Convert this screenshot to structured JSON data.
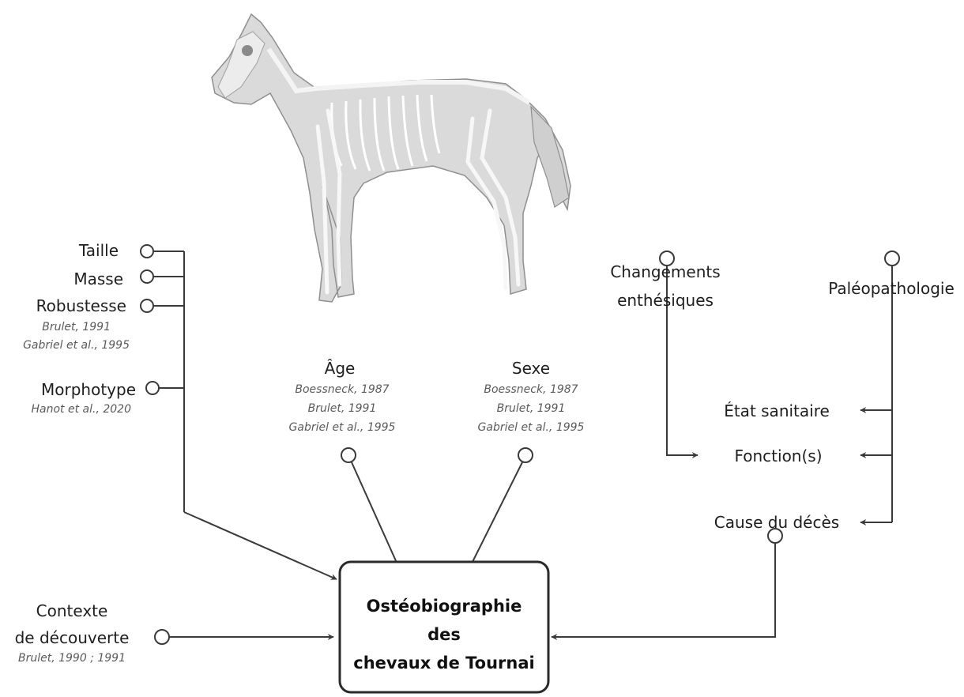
{
  "center_box": {
    "lines": [
      "Ostéobiographie",
      "des",
      "chevaux de Tournai"
    ]
  },
  "left_group": {
    "taille": "Taille",
    "masse": "Masse",
    "robustesse": "Robustesse",
    "robustesse_refs": [
      "Brulet, 1991",
      "Gabriel et al., 1995"
    ],
    "morphotype": "Morphotype",
    "morphotype_refs": [
      "Hanot et al., 2020"
    ]
  },
  "age": {
    "label": "Âge",
    "refs": [
      "Boessneck, 1987",
      "Brulet, 1991",
      "Gabriel et al., 1995"
    ]
  },
  "sexe": {
    "label": "Sexe",
    "refs": [
      "Boessneck, 1987",
      "Brulet, 1991",
      "Gabriel et al., 1995"
    ]
  },
  "contexte": {
    "lines": [
      "Contexte",
      "de découverte"
    ],
    "refs": [
      "Brulet, 1990 ; 1991"
    ]
  },
  "right_group": {
    "changements": [
      "Changements",
      "enthésiques"
    ],
    "paleopathologie": "Paléopathologie",
    "etat_sanitaire": "État sanitaire",
    "fonctions": "Fonction(s)",
    "cause_deces": "Cause du décès"
  }
}
